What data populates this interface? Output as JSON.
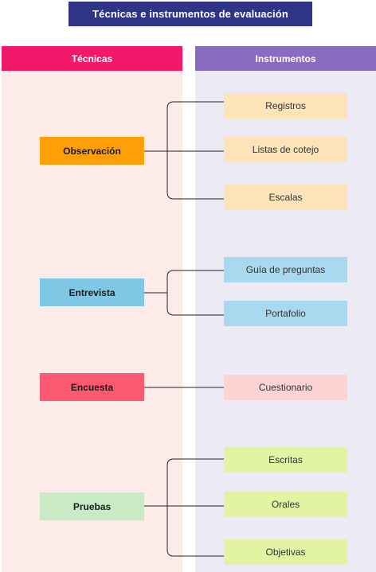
{
  "title": "Técnicas e instrumentos de evaluación",
  "columns": {
    "left": "Técnicas",
    "right": "Instrumentos"
  },
  "colors": {
    "title_bg": "#2e3586",
    "left_header": "#f2186a",
    "right_header": "#8a6bbd",
    "left_bg": "#fdebea",
    "right_bg": "#eceaf5"
  },
  "techniques": [
    {
      "label": "Observación",
      "color": "#ff9f0a",
      "instruments": [
        {
          "label": "Registros",
          "color": "#fde3b8"
        },
        {
          "label": "Listas de cotejo",
          "color": "#fde3b8"
        },
        {
          "label": "Escalas",
          "color": "#fde3b8"
        }
      ]
    },
    {
      "label": "Entrevista",
      "color": "#7ec8e6",
      "instruments": [
        {
          "label": "Guía de preguntas",
          "color": "#a9d9ee"
        },
        {
          "label": "Portafolio",
          "color": "#a9d9ee"
        }
      ]
    },
    {
      "label": "Encuesta",
      "color": "#fb5872",
      "instruments": [
        {
          "label": "Cuestionario",
          "color": "#fdd3d3"
        }
      ]
    },
    {
      "label": "Pruebas",
      "color": "#c8ebc6",
      "instruments": [
        {
          "label": "Escritas",
          "color": "#e2f3a2"
        },
        {
          "label": "Orales",
          "color": "#e2f3a2"
        },
        {
          "label": "Objetivas",
          "color": "#e2f3a2"
        }
      ]
    }
  ]
}
